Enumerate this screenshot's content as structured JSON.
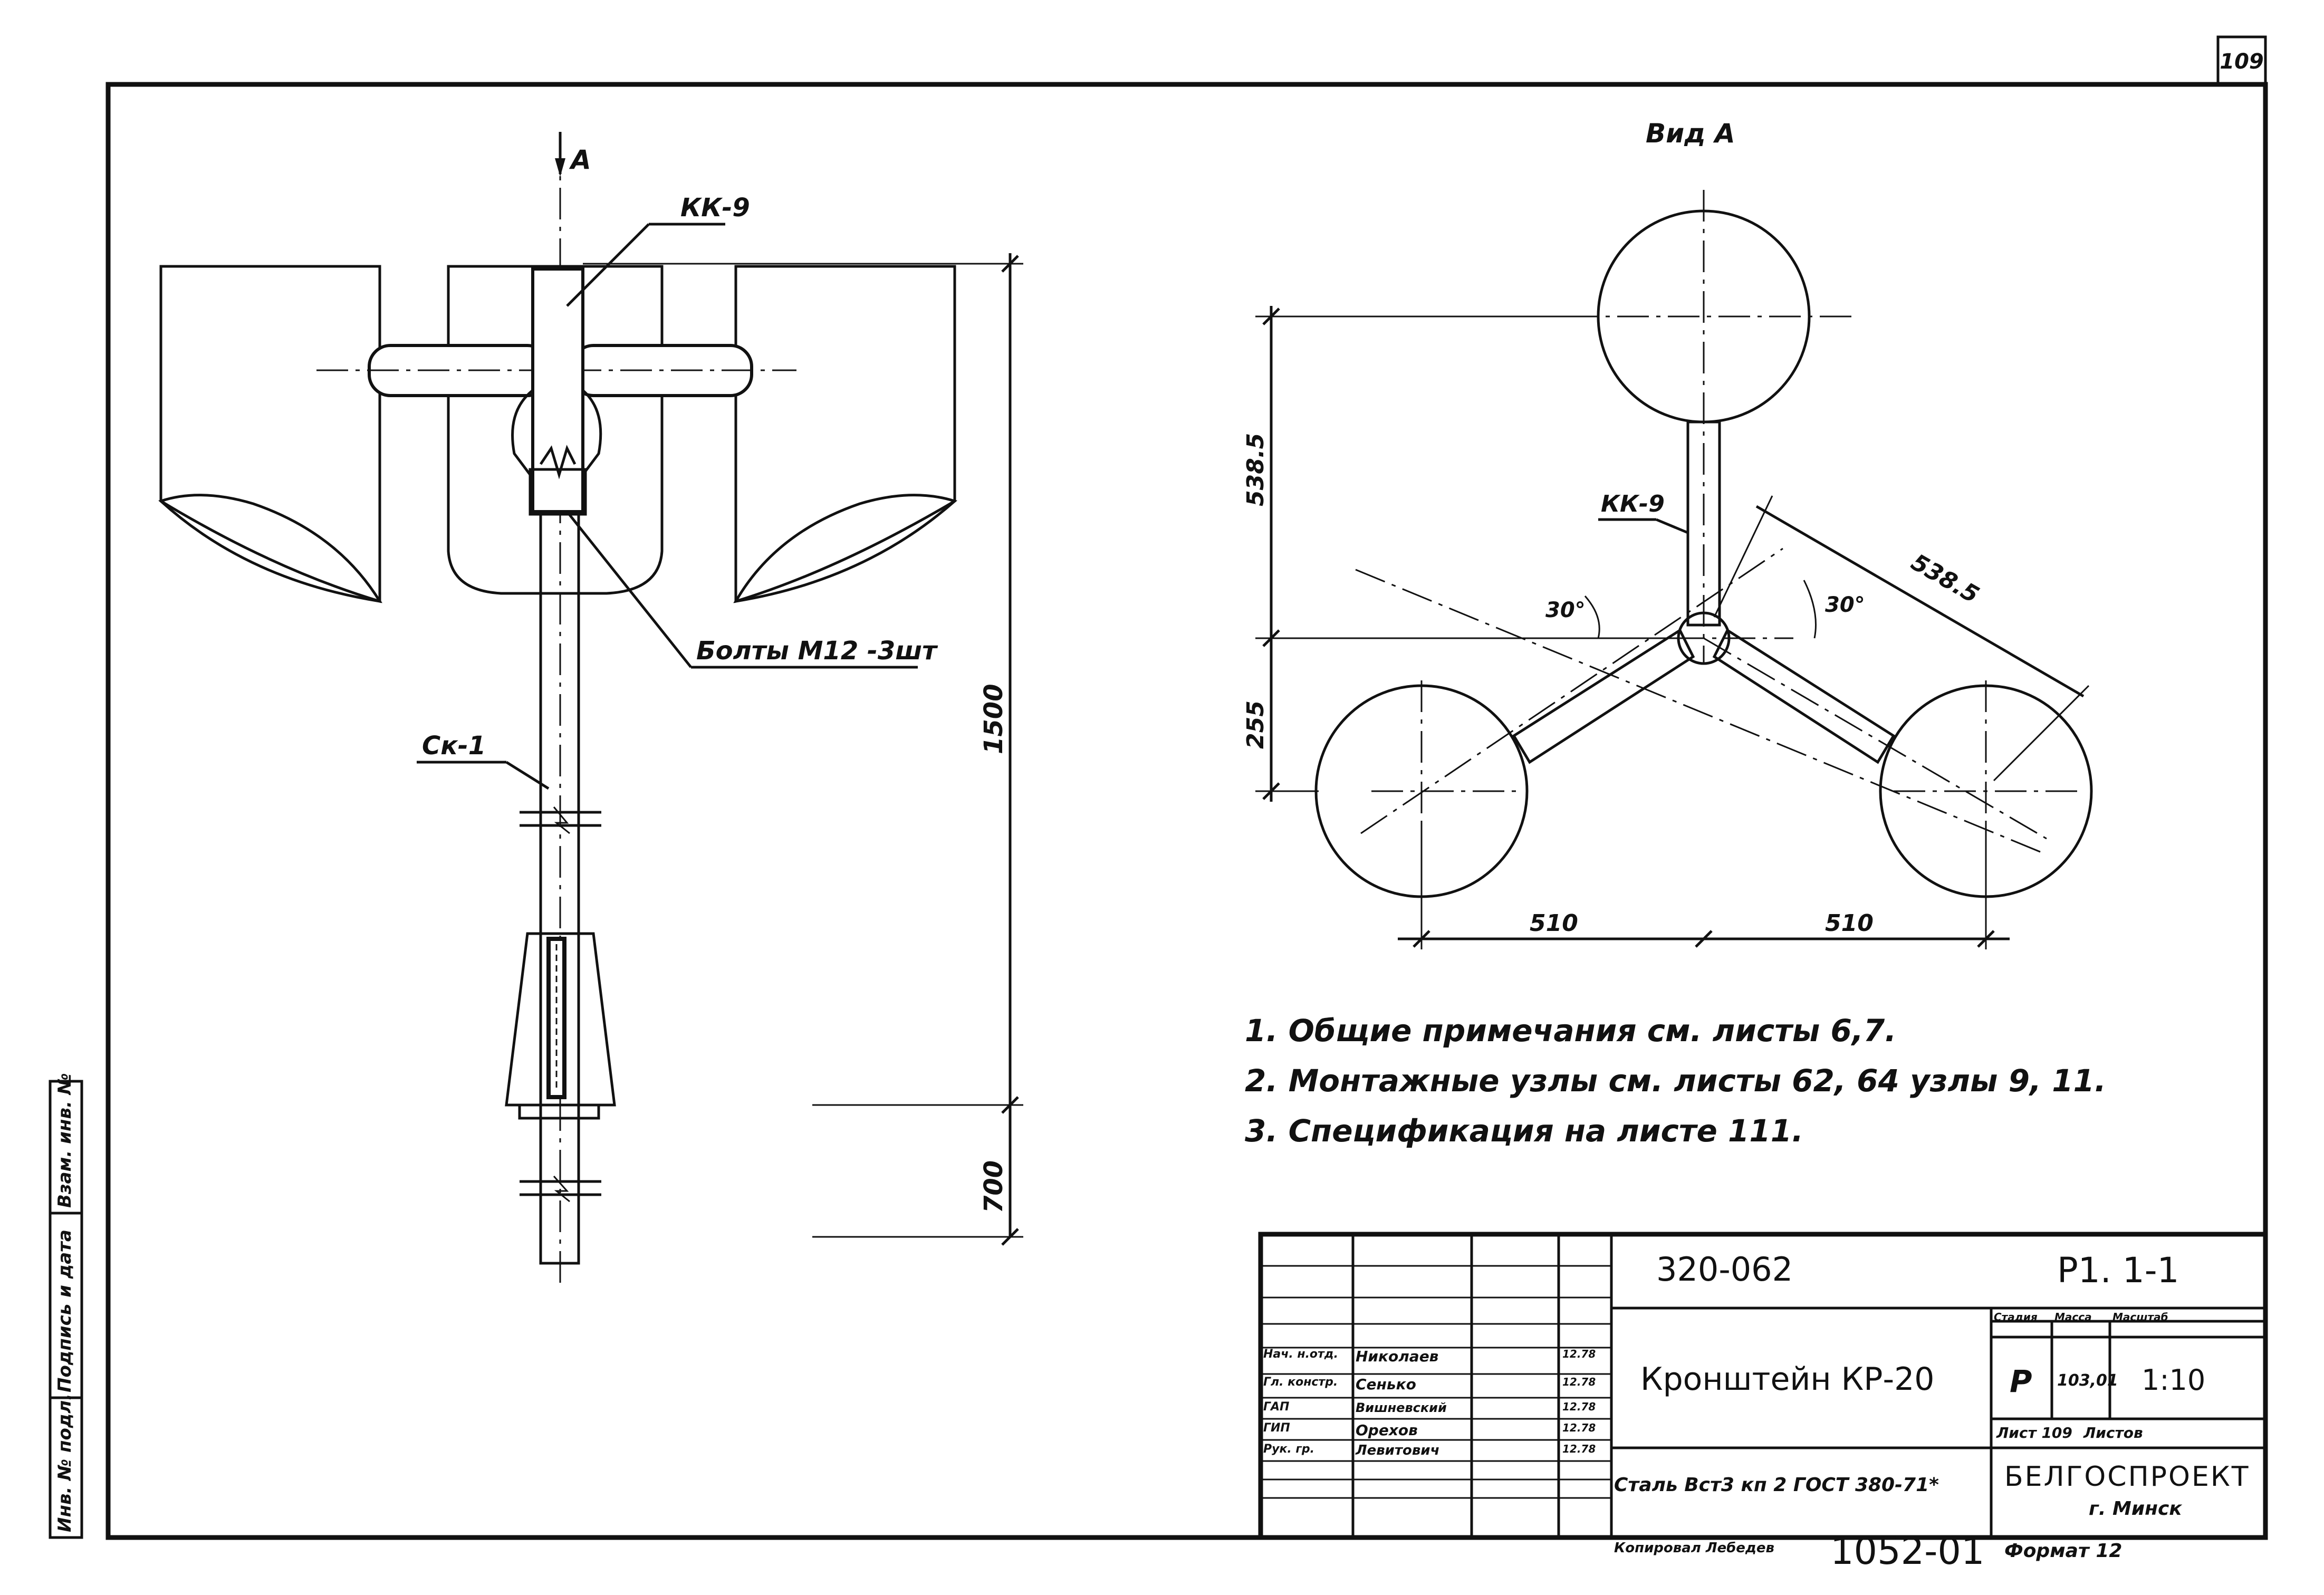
{
  "sheet_number": "109",
  "front_view": {
    "view_arrow_label": "A",
    "part_kk9_label": "КК-9",
    "bolts_label": "Болты М12 -3шт",
    "part_ck1_label": "Ск-1",
    "dim_height_1": "1500",
    "dim_height_2": "700"
  },
  "view_a": {
    "title": "Вид А",
    "part_label": "КК-9",
    "dim_vertical_top": "538.5",
    "dim_vertical_bottom": "255",
    "dim_diagonal": "538.5",
    "angle_left": "30°",
    "angle_right": "30°",
    "dim_bottom_left": "510",
    "dim_bottom_right": "510"
  },
  "notes": [
    "1. Общие примечания  см. листы 6,7.",
    "2. Монтажные узлы см. листы 62, 64 узлы 9, 11.",
    "3. Спецификация на листе 111."
  ],
  "title_block": {
    "project_code": "320-062",
    "sheet_code": "Р1. 1-1",
    "product_name": "Кронштейн КР-20",
    "material": "Сталь Вст3 кп 2 ГОСТ 380-71*",
    "stage_header": "Стадия",
    "mass_header": "Масса",
    "scale_header": "Масштаб",
    "stage": "Р",
    "mass": "103,01",
    "scale": "1:10",
    "sheet_label": "Лист 109",
    "sheets_label": "Листов",
    "organization": "БЕЛГОСПРОЕКТ",
    "city": "г. Минск",
    "signatures": [
      {
        "role": "Нач. н.отд.",
        "name": "Николаев",
        "date": "12.78"
      },
      {
        "role": "Гл. констр.",
        "name": "Сенько",
        "date": "12.78"
      },
      {
        "role": "ГАП",
        "name": "Вишневский",
        "date": "12.78"
      },
      {
        "role": "ГИП",
        "name": "Орехов",
        "date": "12.78"
      },
      {
        "role": "Рук. гр.",
        "name": "Левитович",
        "date": "12.78"
      }
    ]
  },
  "side_stamp": {
    "inv_no": "Инв. № подл.",
    "sign_date": "Подпись и дата",
    "replaced_inv": "Взам. инв. №"
  },
  "footer": {
    "copied_by": "Копировал Лебедев",
    "doc_number": "1052-01",
    "format": "Формат 12"
  }
}
